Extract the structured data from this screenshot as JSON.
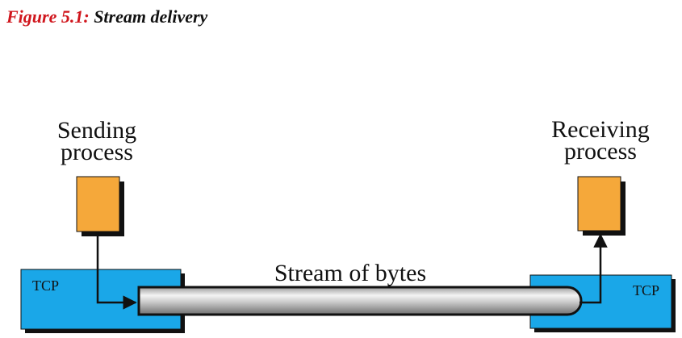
{
  "caption": {
    "number": "Figure 5.1:",
    "title": "Stream delivery"
  },
  "sender": {
    "label_line1": "Sending",
    "label_line2": "process",
    "tcp_label": "TCP"
  },
  "receiver": {
    "label_line1": "Receiving",
    "label_line2": "process",
    "tcp_label": "TCP"
  },
  "stream": {
    "label": "Stream of bytes"
  },
  "colors": {
    "caption_number": "#d0161d",
    "tcp_box": "#1aa7e8",
    "process_box": "#f5a83a",
    "pipe_light": "#f2f2f2",
    "pipe_dark": "#8a8a8a"
  }
}
